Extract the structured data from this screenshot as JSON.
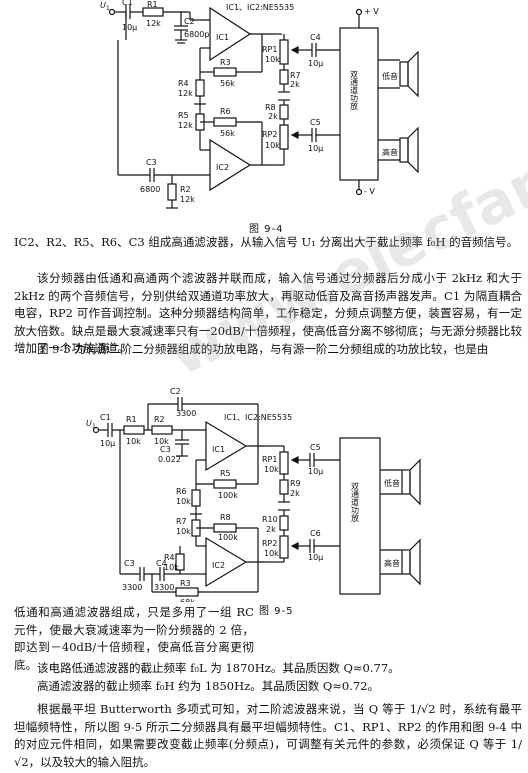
{
  "figure_1": {
    "caption": "图 9-4",
    "ic_label": "IC1、IC2:NE5535",
    "labels": {
      "u1": "U",
      "u1_sub": "1",
      "c1": "C1",
      "c1_val": "10μ",
      "r1": "R1",
      "r1_val": "12k",
      "c2": "C2",
      "c2_val": "6800p",
      "ic1": "IC1",
      "r3": "R3",
      "r3_val": "56k",
      "r4": "R4",
      "r4_val": "12k",
      "r5": "R5",
      "r5_val": "12k",
      "r6": "R6",
      "r6_val": "56k",
      "ic2": "IC2",
      "c3": "C3",
      "c3_val": "6800",
      "r2": "R2",
      "r2_val": "12k",
      "rp1": "RP1",
      "rp1_val": "10k",
      "r7": "R7",
      "r7_val": "2k",
      "r8": "R8",
      "r8_val": "2k",
      "rp2": "RP2",
      "rp2_val": "10k",
      "c4": "C4",
      "c4_val": "10μ",
      "c5": "C5",
      "c5_val": "10μ",
      "amp": "双通道功放",
      "vplus": "+ V",
      "vminus": "- V",
      "woofer": "低音",
      "tweeter": "高音"
    }
  },
  "paragraph_1": "IC2、R2、R5、R6、C3 组成高通滤波器，从输入信号 U₁ 分离出大于截止频率 f₀H 的音频信号。",
  "paragraph_2": "该分频器由低通和高通两个滤波器并联而成，输入信号通过分频器后分成小于 2kHz 和大于 2kHz 的两个音频信号，分别供给双通道功率放大，再驱动低音及高音扬声器发声。C1 为隔直耦合电容，RP2 可作音调控制。这种分频器结构简单，工作稳定，分频点调整方便，装置容易，有一定放大倍数。缺点是最大衰减速率只有一20dB/十倍频程，使高低音分离不够彻底；与无源分频器比较增加了一个功放通道。",
  "paragraph_3": "图 9-5 为有源二阶二分频器组成的功放电路，与有源一阶二分频组成的功放比较，也是由",
  "figure_2": {
    "caption": "图 9-5",
    "ic_label": "IC1、IC2:NE5535",
    "labels": {
      "u1": "U",
      "u1_sub": "1",
      "c1": "C1",
      "c1_val": "10μ",
      "r1": "R1",
      "r1_val": "10k",
      "c2": "C2",
      "c2_val": "3300",
      "r2": "R2",
      "r2_val": "10k",
      "c3": "C3",
      "c3_val": "0.022",
      "ic1": "IC1",
      "r5": "R5",
      "r5_val": "100k",
      "r6": "R6",
      "r6_val": "10k",
      "r7": "R7",
      "r7_val": "10k",
      "r8": "R8",
      "r8_val": "100k",
      "r4": "R4",
      "r4_val": "10k",
      "ic2": "IC2",
      "c5": "C5",
      "c5_val": "10μ",
      "c6": "C6",
      "c6_val": "10μ",
      "c4": "C4",
      "c4_val": "3300",
      "c3b": "C3",
      "c3b_val": "3300",
      "r3": "R3",
      "r3_val": "68k",
      "rp1": "RP1",
      "rp1_val": "10k",
      "r9": "R9",
      "r9_val": "2k",
      "r10": "R10",
      "r10_val": "2k",
      "rp2": "RP2",
      "rp2_val": "10k",
      "amp": "双通道功放",
      "woofer": "低音",
      "tweeter": "高音"
    }
  },
  "watermark": "www.elecfans.com",
  "paragraph_4": "低通和高通滤波器组成，只是多用了一组 RC 元件，使最大衰减速率为一阶分频器的 2 倍，即达到－40dB/十倍频程，使高低音分离更彻底。",
  "paragraph_5": "该电路低通滤波器的截止频率 f₀L 为 1870Hz。其品质因数 Q≈0.77。",
  "paragraph_6": "高通滤波器的截止频率 f₀H 约为 1850Hz。其品质因数 Q≈0.72。",
  "paragraph_7": "根据最平坦 Butterworth 多项式可知，对二阶滤波器来说，当 Q 等于 1/√2 时，系统有最平坦幅频特性，所以图 9-5 所示二分频器具有最平坦幅频特性。C1、RP1、RP2 的作用和图 9-4 中的对应元件相同，如果需要改变截止频率(分频点)，可调整有关元件的参数，必须保证 Q 等于 1/√2，以及较大的输入阻抗。"
}
